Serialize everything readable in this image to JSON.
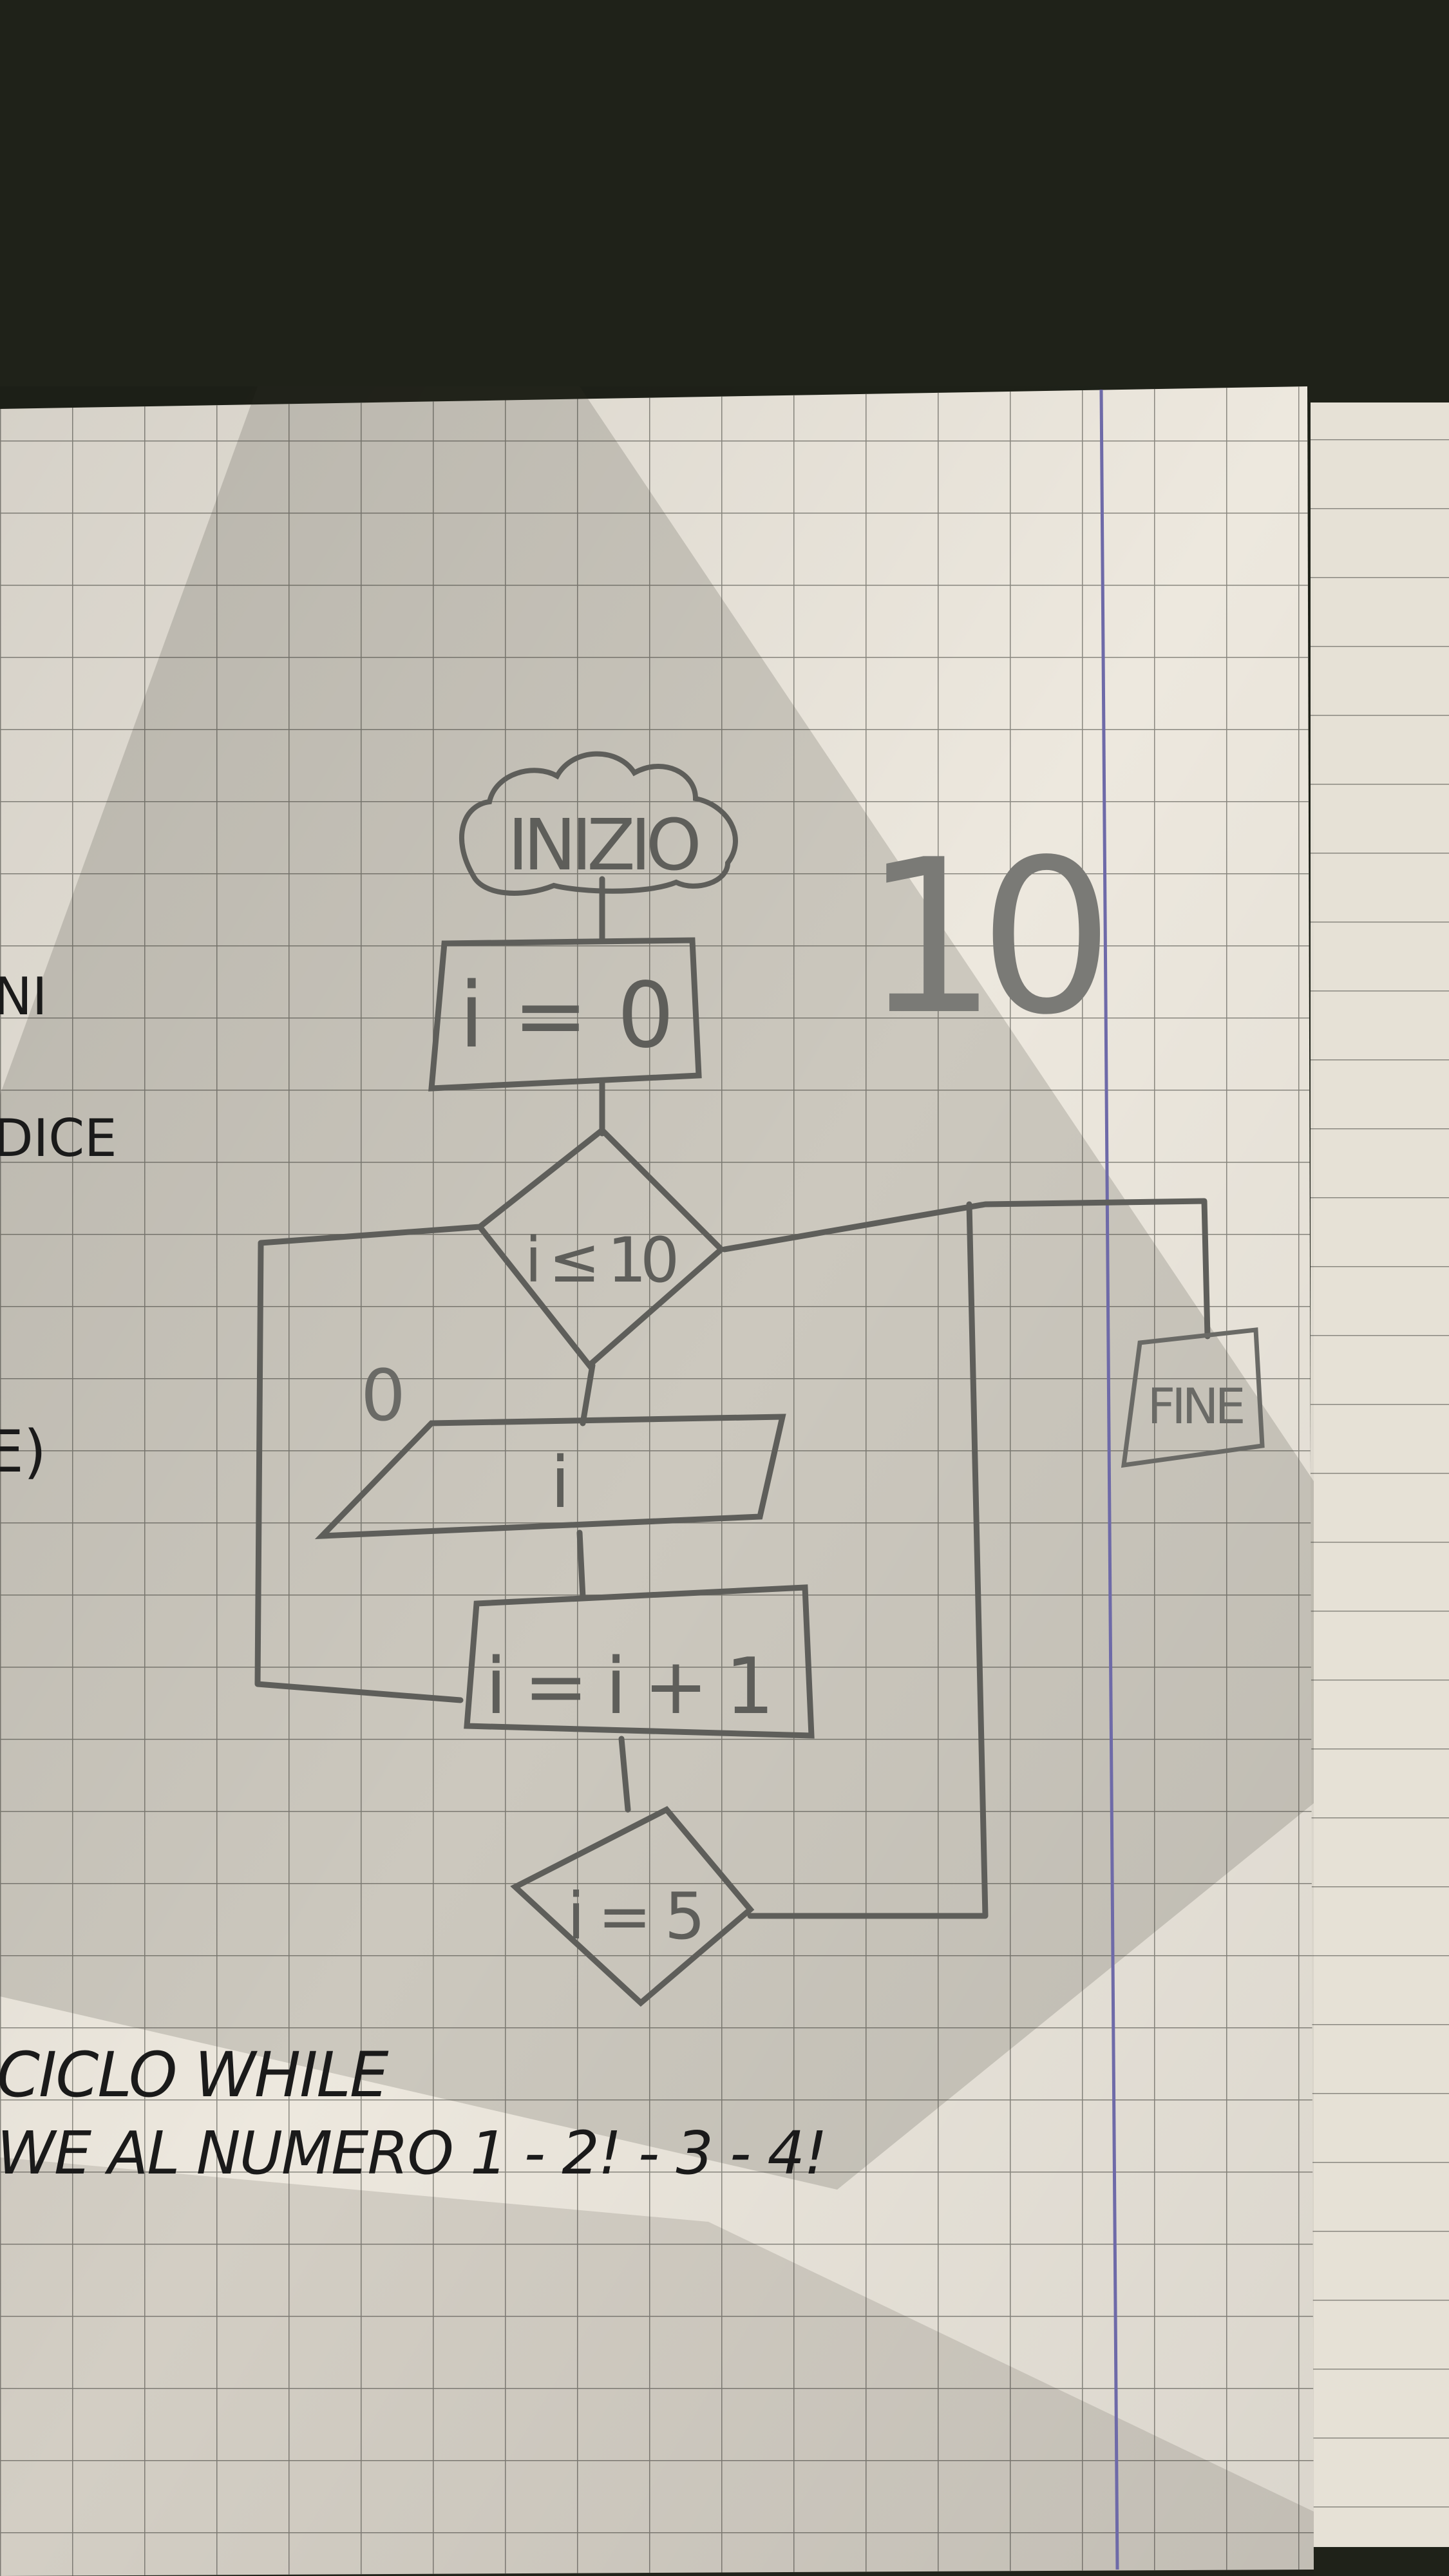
{
  "colors": {
    "table": "#1f2219",
    "paper": "#ece7dd",
    "grid": "#8a8880",
    "margin_line": "#6e6aa8",
    "pencil": "#5e5e5a",
    "ink": "#1a1a1a"
  },
  "flowchart": {
    "start": "INIZIO",
    "init": "i = 0",
    "condition": "i ≤ 10",
    "output": "i",
    "increment": "i = i + 1",
    "check": "i = 5",
    "end": "FINE",
    "loop_mark": "0"
  },
  "page_note": "10",
  "left_fragments": [
    "NI",
    "DICE",
    "E)"
  ],
  "notes": {
    "line1": "CICLO WHILE",
    "line2": "WE AL NUMERO 1 - 2! - 3 - 4!"
  }
}
